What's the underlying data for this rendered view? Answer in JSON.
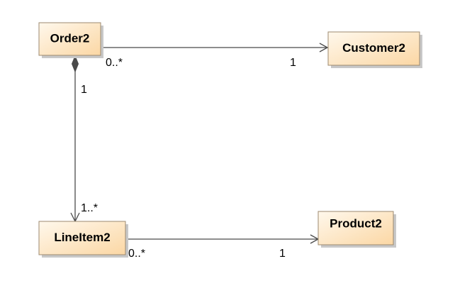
{
  "diagram": {
    "classes": {
      "order": "Order2",
      "customer": "Customer2",
      "line_item": "LineItem2",
      "product": "Product2"
    },
    "associations": {
      "order_customer": {
        "source_multiplicity": "0..*",
        "target_multiplicity": "1"
      },
      "order_line_item": {
        "source_multiplicity": "1",
        "target_multiplicity": "1..*",
        "kind": "composition"
      },
      "line_item_product": {
        "source_multiplicity": "0..*",
        "target_multiplicity": "1"
      }
    },
    "colors": {
      "class_fill_light": "#fff8ec",
      "class_fill_dark": "#fbd7a4",
      "class_border": "#9c8a70",
      "class_shadow": "#c8c8c8",
      "line": "#4a4a4a"
    }
  }
}
